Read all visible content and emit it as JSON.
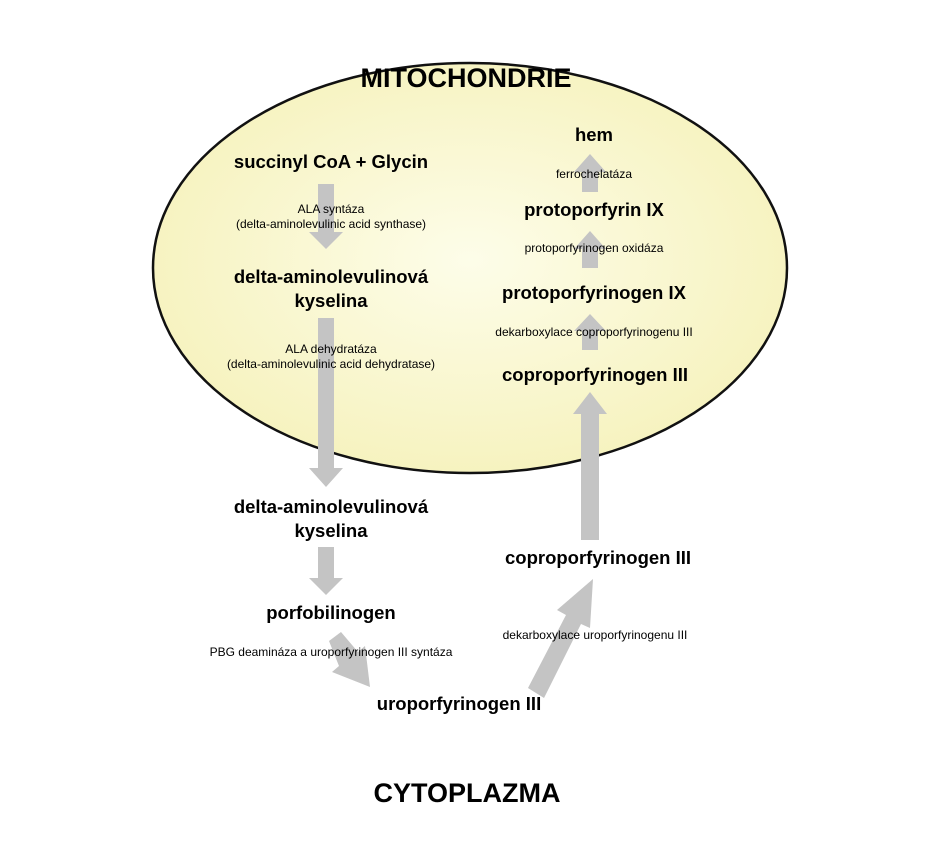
{
  "colors": {
    "mitochondrion_fill": "#f7f4c4",
    "mitochondrion_fill_center": "#fdfde9",
    "mitochondrion_stroke": "#111111",
    "arrow": "#c4c4c4",
    "text": "#000000",
    "background": "#ffffff"
  },
  "compartments": {
    "mitochondrion": "MITOCHONDRIE",
    "cytoplasm": "CYTOPLAZMA"
  },
  "nodes": {
    "succinyl_glycin": "succinyl CoA + Glycin",
    "ala_mito_line1": "delta-aminolevulinová",
    "ala_mito_line2": "kyselina",
    "ala_cyto_line1": "delta-aminolevulinová",
    "ala_cyto_line2": "kyselina",
    "porfobilinogen": "porfobilinogen",
    "uroporfyrinogen": "uroporfyrinogen III",
    "coproporfyrinogen_cyto": "coproporfyrinogen III",
    "coproporfyrinogen_mito": "coproporfyrinogen III",
    "protoporfyrinogen": "protoporfyrinogen IX",
    "protoporfyrin": "protoporfyrin IX",
    "hem": "hem"
  },
  "enzymes": {
    "ala_synthase_line1": "ALA syntáza",
    "ala_synthase_line2": "(delta-aminolevulinic acid synthase)",
    "ala_dehydratase_line1": "ALA dehydratáza",
    "ala_dehydratase_line2": "(delta-aminolevulinic acid dehydratase)",
    "pbg_deaminase": "PBG deamináza a uroporfyrinogen III syntáza",
    "uro_decarboxylase": "dekarboxylace uroporfyrinogenu III",
    "copro_decarboxylase": "dekarboxylace coproporfyrinogenu III",
    "protoporfyrinogen_oxidase": "protoporfyrinogen oxidáza",
    "ferrochelatase": "ferrochelatáza"
  }
}
